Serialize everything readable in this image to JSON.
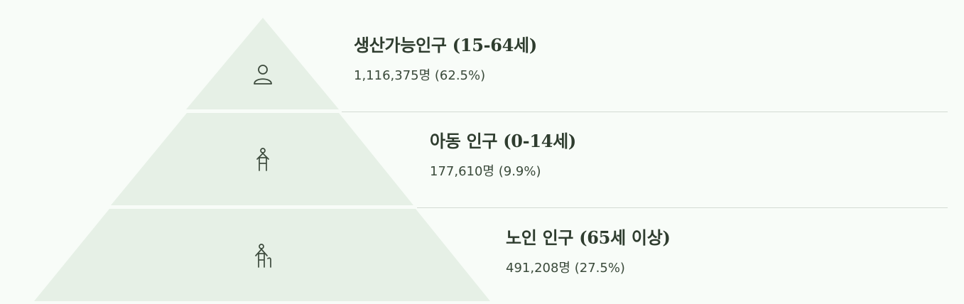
{
  "colors": {
    "background": "#f8fcf8",
    "tier_fill": "#e6f0e6",
    "icon_stroke": "#3c4a3c",
    "divider": "#d4dcd4",
    "title": "#2f3d2f",
    "value": "#3a4a3a"
  },
  "tiers": [
    {
      "title": "생산가능인구 (15-64세)",
      "value": "1,116,375명 (62.5%)",
      "icon": "adult-person-icon"
    },
    {
      "title": "아동 인구 (0-14세)",
      "value": "177,610명 (9.9%)",
      "icon": "child-person-icon"
    },
    {
      "title": "노인 인구 (65세 이상)",
      "value": "491,208명 (27.5%)",
      "icon": "elderly-person-with-cane-icon"
    }
  ]
}
